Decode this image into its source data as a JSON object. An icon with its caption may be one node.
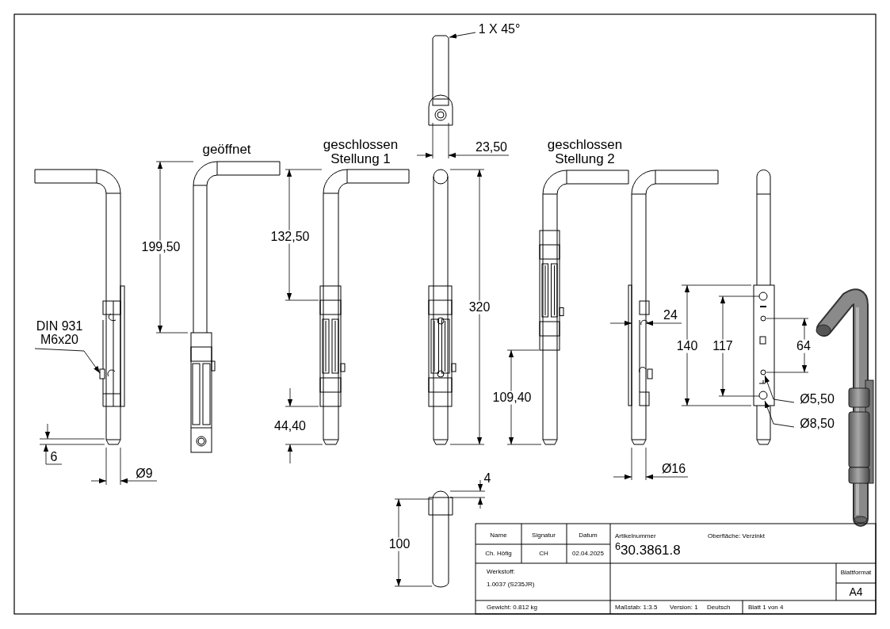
{
  "diagram": {
    "nodes": [
      {
        "text": [
          "1 X 45°"
        ]
      },
      {
        "text": [
          "DIN 931 M6x20"
        ]
      },
      {
        "text": [
          "Ø5,50"
        ]
      },
      {
        "text": [
          "Ø8,50"
        ]
      },
      {
        "text": [],
        "shape": "picture"
      },
      {
        "text": [],
        "shape": "box"
      }
    ],
    "edges": [
      {
        "from": 0,
        "to": 4,
        "arrow": "to"
      },
      {
        "from": 1,
        "to": 5,
        "arrow": "to"
      },
      {
        "from": 2,
        "to": null,
        "arrow": "to"
      },
      {
        "from": 3,
        "to": null,
        "arrow": "to"
      }
    ],
    "labels": [
      "geöffnet",
      "geschlossen Stellung 1",
      "23,50",
      "geschlossen Stellung 2",
      "199,50",
      "132,50",
      "320",
      "24",
      "140",
      "117",
      "64",
      "109,40",
      "44,40",
      "6",
      "Ø9",
      "Ø16",
      "4",
      "100",
      "Name",
      "Signatur",
      "Datum",
      "Artikelnummer",
      "Oberfläche: Verzinkt",
      "Ch. Höfig",
      "CH",
      "02.04.2025",
      "$^{6}$30.3861.8",
      "Werkstoff:",
      "1.0037 (S235JR)",
      "Blattformat",
      "A4",
      "Gewicht: 0.812 kg",
      "Maßstab: 1:3.5",
      "Version: 1",
      "Deutsch",
      "Blatt 1 von 4"
    ]
  }
}
